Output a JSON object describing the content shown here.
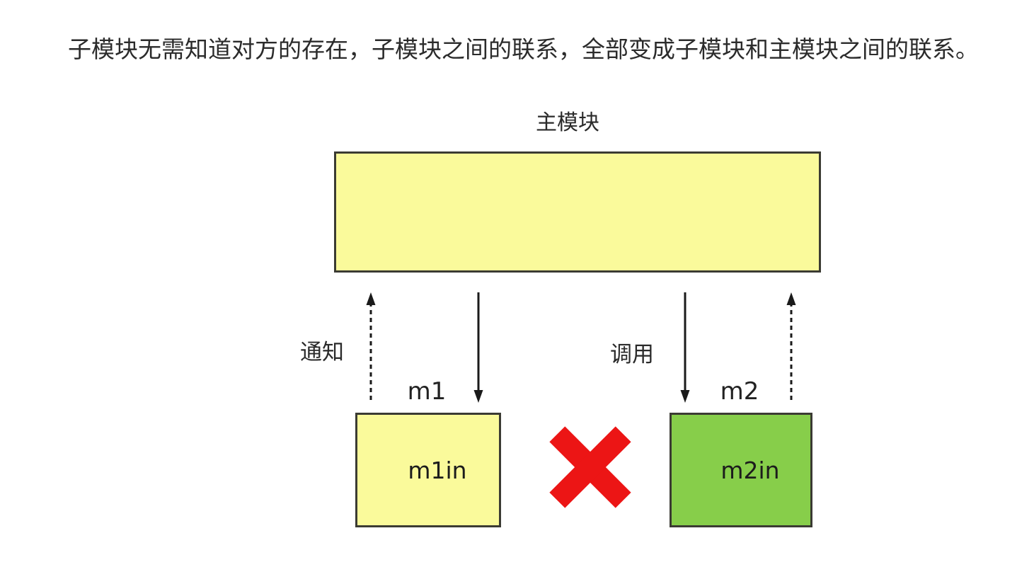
{
  "caption": "子模块无需知道对方的存在，子模块之间的联系，全部变成子模块和主模块之间的联系。",
  "diagram": {
    "main_module_label": "主模块",
    "notify_label": "通知",
    "call_label": "调用",
    "m1_label": "m1",
    "m2_label": "m2",
    "m1_inner_label": "m1in",
    "m2_inner_label": "m2in",
    "arrows": [
      {
        "id": "notify-up-from-m1",
        "style": "dashed",
        "direction": "up",
        "label": "通知"
      },
      {
        "id": "call-down-to-m1",
        "style": "solid",
        "direction": "down",
        "label": ""
      },
      {
        "id": "call-down-to-m2",
        "style": "solid",
        "direction": "down",
        "label": "调用"
      },
      {
        "id": "notify-up-from-m2",
        "style": "dashed",
        "direction": "up",
        "label": ""
      }
    ],
    "forbidden_icon": "red-x-cross-between-m1-and-m2"
  },
  "colors": {
    "background": "#ffffff",
    "caption_text": "#2b2b2b",
    "box_border": "#3b3b33",
    "main_module_fill": "#fafa9b",
    "m1_fill": "#fafa9b",
    "m2_fill": "#87ce4a",
    "arrow_stroke": "#1a1a1a",
    "cross_red": "#ec1515"
  }
}
